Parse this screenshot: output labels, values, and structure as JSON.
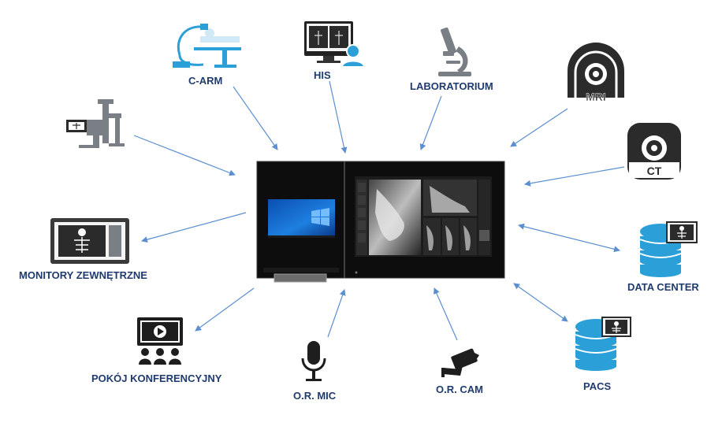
{
  "labels": {
    "carm": "C-ARM",
    "his": "HIS",
    "lab": "LABORATORIUM",
    "mri_icon_text": "MRI",
    "ct_icon_text": "CT",
    "monitors": "MONITORY ZEWNĘTRZNE",
    "datacenter": "DATA CENTER",
    "conference": "POKÓJ KONFERENCYJNY",
    "mic": "O.R. MIC",
    "cam": "O.R. CAM",
    "pacs": "PACS"
  },
  "colors": {
    "label": "#1f3b6e",
    "accent_blue": "#2a9fd8",
    "arrow": "#5b8fd0",
    "icon_gray": "#7a7f86",
    "dark_icon": "#2b2b2b"
  },
  "icons": {
    "carm": "c-arm-icon",
    "his": "his-workstation-icon",
    "lab": "microscope-icon",
    "mri": "mri-scanner-icon",
    "ct": "ct-scanner-icon",
    "surgical_light": "surgical-light-icon",
    "monitors": "external-monitor-icon",
    "datacenter": "database-icon",
    "conference": "conference-room-icon",
    "mic": "microphone-icon",
    "cam": "camera-icon",
    "pacs": "database-icon"
  }
}
